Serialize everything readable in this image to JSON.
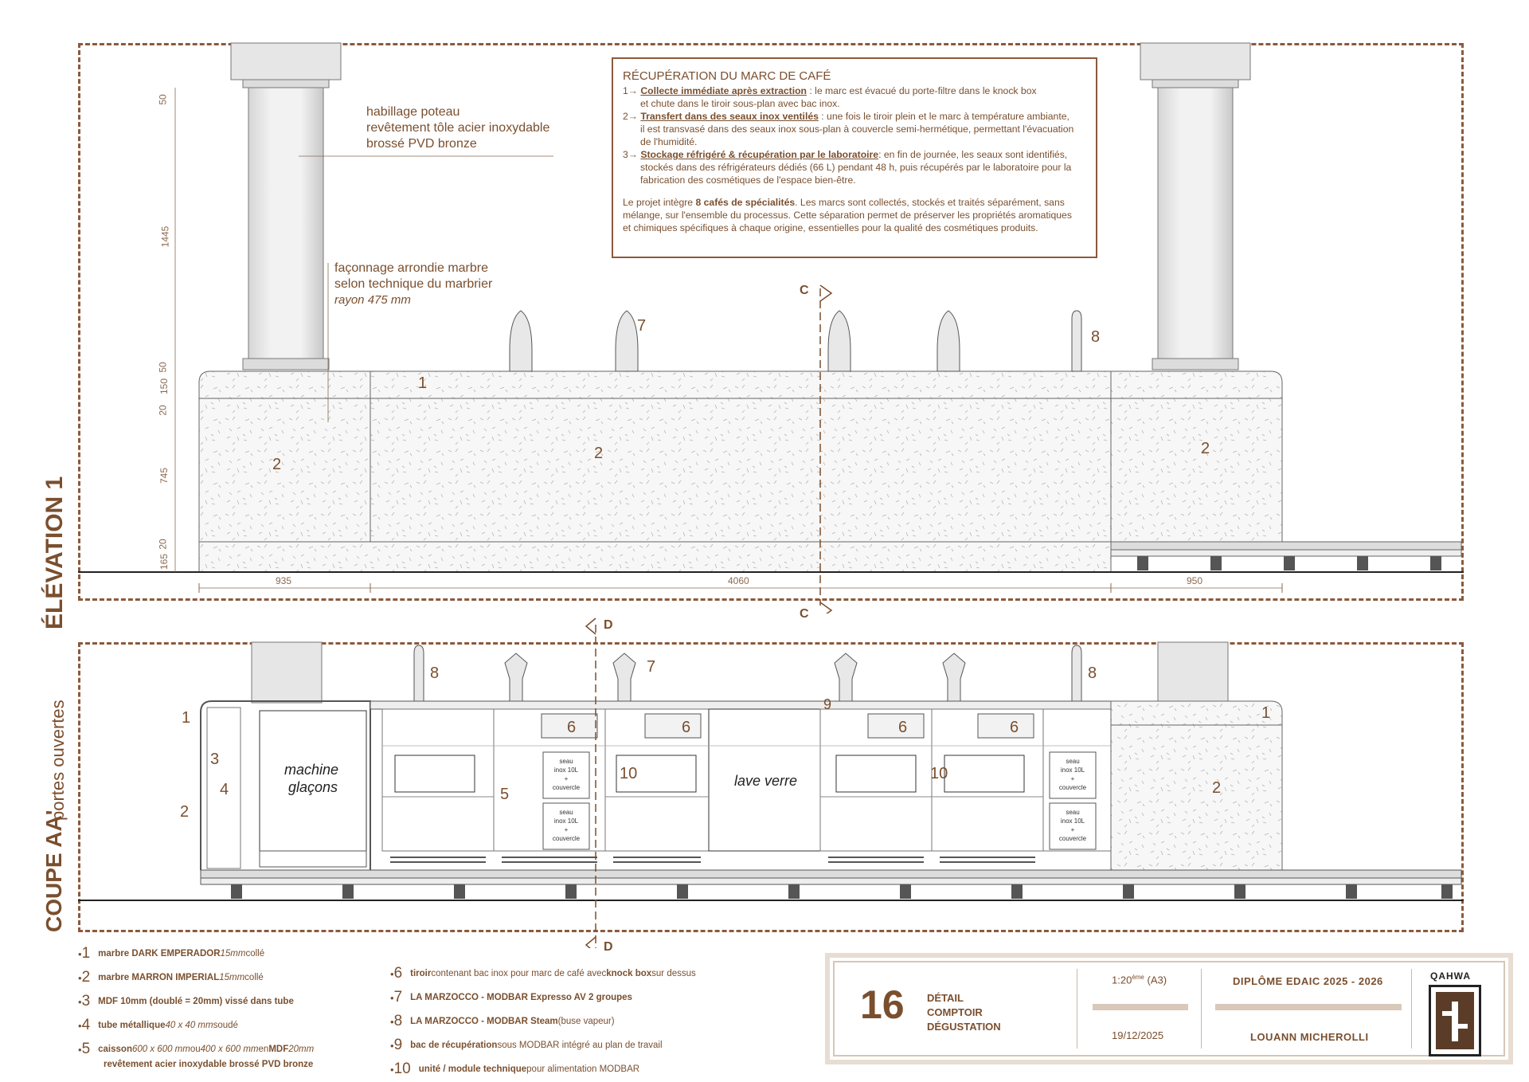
{
  "elevation": {
    "title": "ÉLÉVATION 1",
    "callout_poteau": [
      "habillage poteau",
      "revêtement tôle acier inoxydable",
      "brossé PVD bronze"
    ],
    "callout_marbre": [
      "façonnage arrondie marbre",
      "selon technique du marbrier",
      "rayon 475 mm"
    ],
    "dims_vertical": [
      "50",
      "1445",
      "50",
      "150",
      "20",
      "745",
      "20",
      "165"
    ],
    "dims_horizontal": [
      "935",
      "4060",
      "950"
    ],
    "markers": [
      "1",
      "2",
      "2",
      "2",
      "7",
      "8"
    ],
    "section_cut": "C"
  },
  "info_box": {
    "title": "RÉCUPÉRATION DU MARC DE CAFÉ",
    "step1_prefix": "1→",
    "step1_head": "Collecte immédiate après extraction",
    "step1_text_a": " :  le marc est évacué du porte-filtre dans le knock box",
    "step1_text_b": "et chute dans le tiroir sous-plan avec bac inox.",
    "step2_prefix": "2→",
    "step2_head": "Transfert dans des seaux inox ventilés",
    "step2_text_a": " : une fois le tiroir plein et le marc à température ambiante,",
    "step2_text_b": "il est transvasé dans des seaux inox sous-plan à couvercle semi-hermétique, permettant l'évacuation",
    "step2_text_c": "de l'humidité.",
    "step3_prefix": "3→",
    "step3_head": "Stockage réfrigéré & récupération par le laboratoire",
    "step3_text_a": ": en fin de journée, les seaux sont identifiés,",
    "step3_text_b": "stockés dans des réfrigérateurs dédiés (66 L) pendant 48 h, puis récupérés par le laboratoire pour la",
    "step3_text_c": "fabrication des cosmétiques de l'espace bien-être.",
    "para_a": "Le projet intègre ",
    "para_bold": "8 cafés de spécialités",
    "para_b": ". Les marcs sont collectés, stockés et traités séparément, sans",
    "para_c": "mélange, sur l'ensemble du processus. Cette séparation permet de préserver les propriétés aromatiques",
    "para_d": "et chimiques spécifiques à chaque origine, essentielles pour la qualité des cosmétiques produits."
  },
  "coupe": {
    "title": "COUPE AA'",
    "subtitle": "portes ouvertes",
    "machine_glacons": [
      "machine",
      "glaçons"
    ],
    "lave_verre": "lave verre",
    "seau_label": [
      "seau",
      "inox 10L",
      "+",
      "couvercle"
    ],
    "section_cut": "D",
    "markers": [
      "1",
      "3",
      "4",
      "2",
      "5",
      "6",
      "6",
      "6",
      "6",
      "7",
      "8",
      "8",
      "9",
      "10",
      "10",
      "1",
      "2"
    ]
  },
  "legend_left": [
    {
      "num": "1",
      "parts": [
        [
          "b",
          "marbre DARK EMPERADOR "
        ],
        [
          "i",
          "15mm"
        ],
        [
          "n",
          " collé"
        ]
      ]
    },
    {
      "num": "2",
      "parts": [
        [
          "b",
          "marbre MARRON IMPERIAL "
        ],
        [
          "i",
          "15mm"
        ],
        [
          "n",
          " collé"
        ]
      ]
    },
    {
      "num": "3",
      "parts": [
        [
          "b",
          "MDF 10mm (doublé = 20mm) vissé dans tube"
        ]
      ]
    },
    {
      "num": "4",
      "parts": [
        [
          "b",
          "tube métallique "
        ],
        [
          "i",
          "40 x 40 mm"
        ],
        [
          "n",
          " soudé"
        ]
      ]
    },
    {
      "num": "5",
      "parts": [
        [
          "b",
          "caisson "
        ],
        [
          "i",
          "600 x 600 mm"
        ],
        [
          "n",
          " ou "
        ],
        [
          "i",
          "400 x 600 mm"
        ],
        [
          "n",
          " en "
        ],
        [
          "b",
          "MDF "
        ],
        [
          "i",
          "20mm"
        ]
      ]
    }
  ],
  "legend_left_extra": "revêtement acier inoxydable brossé PVD bronze",
  "legend_right": [
    {
      "num": "6",
      "parts": [
        [
          "b",
          "tiroir"
        ],
        [
          "n",
          " contenant bac inox pour marc de café avec "
        ],
        [
          "b",
          "knock box"
        ],
        [
          "n",
          " sur dessus"
        ]
      ]
    },
    {
      "num": "7",
      "parts": [
        [
          "b",
          "LA MARZOCCO - MODBAR Expresso AV 2 groupes"
        ]
      ]
    },
    {
      "num": "8",
      "parts": [
        [
          "b",
          "LA MARZOCCO - MODBAR Steam"
        ],
        [
          "n",
          " (buse vapeur)"
        ]
      ]
    },
    {
      "num": "9",
      "parts": [
        [
          "b",
          "bac de récupération"
        ],
        [
          "n",
          " sous MODBAR intégré au plan de travail"
        ]
      ]
    },
    {
      "num": "10",
      "parts": [
        [
          "b",
          "unité / module technique"
        ],
        [
          "n",
          " pour alimentation MODBAR"
        ]
      ]
    }
  ],
  "title_block": {
    "sheet_number": "16",
    "sheet_title": [
      "DÉTAIL",
      "COMPTOIR",
      "DÉGUSTATION"
    ],
    "scale": "1:20",
    "scale_sup": "ème",
    "scale_format": " (A3)",
    "date": "19/12/2025",
    "diploma": "DIPLÔME EDAIC 2025 - 2026",
    "author": "LOUANN MICHEROLLI",
    "brand": "QAHWA"
  }
}
